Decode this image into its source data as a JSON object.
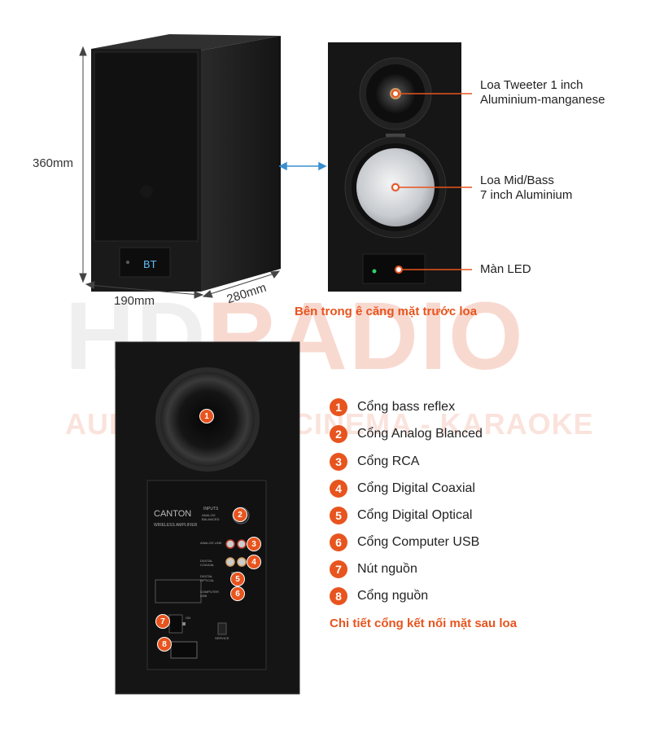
{
  "watermark": {
    "hd": "HD",
    "radio": "RADIO",
    "sub": "AUDIO - HOME CINEMA - KARAOKE"
  },
  "dimensions": {
    "height": "360mm",
    "width": "190mm",
    "depth": "280mm"
  },
  "front": {
    "display_text": "BT",
    "callouts": {
      "tweeter_line1": "Loa Tweeter 1 inch",
      "tweeter_line2": "Aluminium-manganese",
      "midbass_line1": "Loa Mid/Bass",
      "midbass_line2": "7 inch Aluminium",
      "led": "Màn LED"
    },
    "caption": "Bên trong ê căng mặt trước loa"
  },
  "rear": {
    "panel_brand": "CANTON",
    "panel_model": "WIRELESS AMPLIFIER",
    "panel_labels": {
      "inputs": "INPUTS",
      "analog_balanced": "ANALOG BALANCED",
      "analog_line": "ANALOG LINE",
      "digital_coaxial": "DIGITAL COAXIAL",
      "digital_optical": "DIGITAL OPTICAL",
      "computer_usb": "COMPUTER USB",
      "service": "SERVICE",
      "on": "ON"
    },
    "ports": [
      {
        "num": "1",
        "label": "Cổng bass reflex"
      },
      {
        "num": "2",
        "label": "Cổng Analog Blanced"
      },
      {
        "num": "3",
        "label": "Cổng RCA"
      },
      {
        "num": "4",
        "label": "Cổng Digital Coaxial"
      },
      {
        "num": "5",
        "label": "Cổng Digital Optical"
      },
      {
        "num": "6",
        "label": "Cổng Computer USB"
      },
      {
        "num": "7",
        "label": "Nút nguồn"
      },
      {
        "num": "8",
        "label": "Cổng nguồn"
      }
    ],
    "caption": "Chi tiết cổng kết nối mặt sau loa"
  },
  "colors": {
    "accent": "#e8541e",
    "arrow": "#3a8fd0",
    "cabinet": "#1c1c1c",
    "cone": "#c9ccd0"
  }
}
